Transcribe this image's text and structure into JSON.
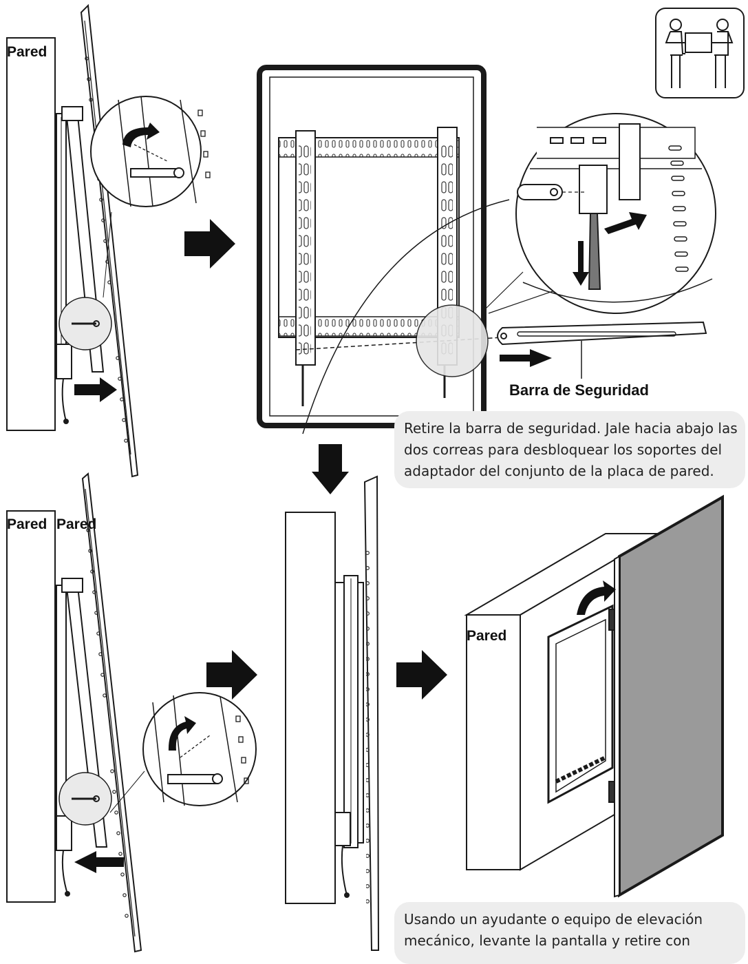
{
  "labels": {
    "wall_top_left": "Pared",
    "wall_bottom_left_1": "Pared",
    "wall_bottom_left_2": "Pared",
    "wall_bottom_right": "Pared",
    "safety_bar": "Barra de Seguridad"
  },
  "captions": {
    "step_remove_bar": [
      "Retire la barra de seguridad. Jale hacia abajo las",
      "dos correas para desbloquear los soportes del",
      "adaptador del conjunto de la placa de pared."
    ],
    "step_lift_screen": [
      "Usando un ayudante o equipo de elevación",
      "mecánico, levante la pantalla y retire con"
    ]
  },
  "icons": [
    "two-person-lift-icon",
    "flow-arrow-icon",
    "rotate-arrow-icon"
  ],
  "colors": {
    "line": "#1a1a1a",
    "caption_bg": "#ededed",
    "screen_panel": "#9a9a9a"
  }
}
